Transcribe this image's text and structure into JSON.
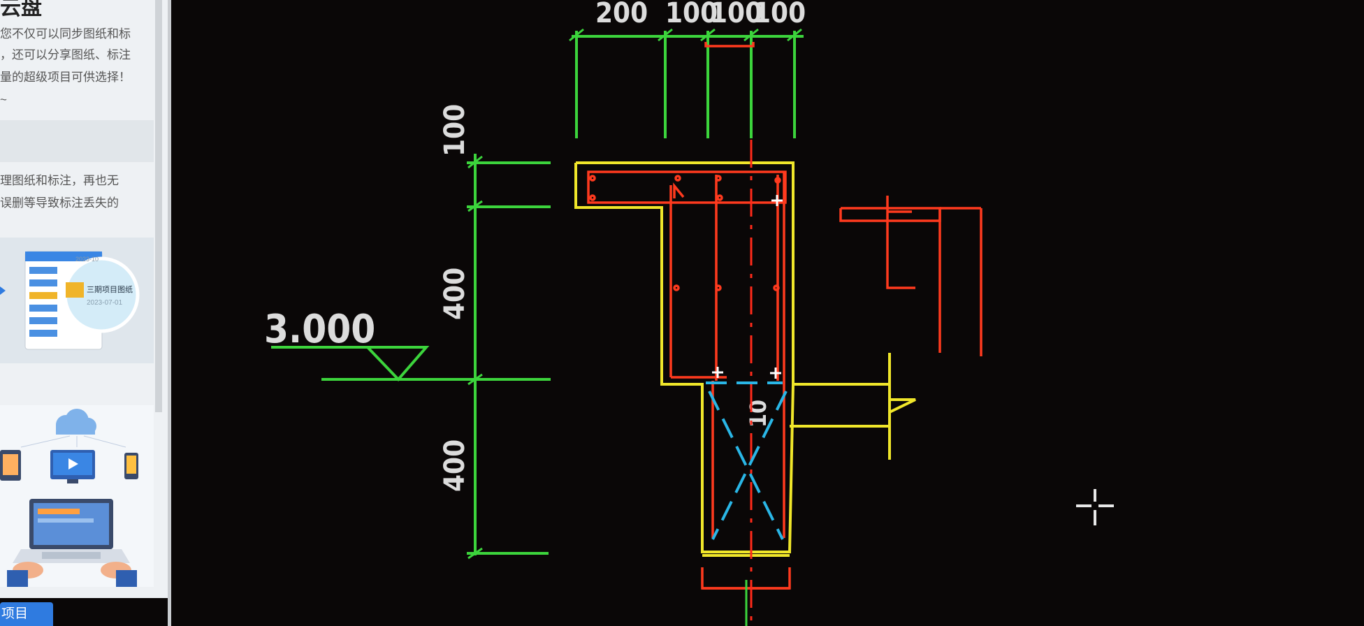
{
  "panel": {
    "title": "云盘",
    "intro_lines": [
      "您不仅可以同步图纸和标",
      "，还可以分享图纸、标注",
      "量的超级项目可供选择！",
      "~"
    ],
    "feature_lines": [
      "理图纸和标注，再也无",
      "误删等导致标注丢失的"
    ],
    "preview": {
      "badge": "2023-10",
      "file_name": "三期项目图纸",
      "file_date": "2023-07-01"
    },
    "button_label": "项目"
  },
  "drawing": {
    "top_dimensions": [
      "200",
      "100",
      "100",
      "100"
    ],
    "vertical_dimensions": [
      "100",
      "400",
      "400"
    ],
    "elevation": "3.000",
    "section_label": "10",
    "colors": {
      "dimension": "#3cd43c",
      "outline": "#f0e62a",
      "rebar": "#ff3a1e",
      "centerline": "#ff2a1a",
      "diagonal": "#2ab6e6",
      "text": "#dcdcdc",
      "background": "#0a0707"
    },
    "cursor_icon": "crosshair-cursor-icon"
  }
}
